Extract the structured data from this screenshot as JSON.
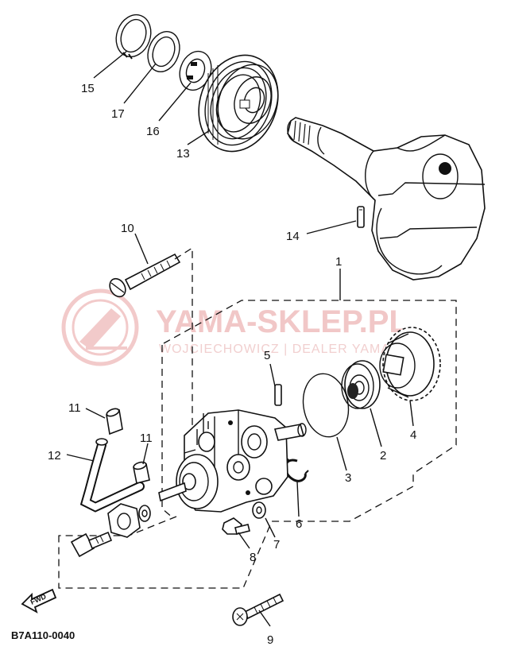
{
  "diagram": {
    "labels": {
      "p1": "1",
      "p2": "2",
      "p3": "3",
      "p4": "4",
      "p5": "5",
      "p6": "6",
      "p7": "7",
      "p8": "8",
      "p9": "9",
      "p10": "10",
      "p11a": "11",
      "p11b": "11",
      "p12": "12",
      "p13": "13",
      "p14": "14",
      "p15": "15",
      "p16": "16",
      "p17": "17"
    },
    "fwd_label": "FWD",
    "figure_code": "B7A110-0040"
  },
  "watermark": {
    "brand": "YAMA-SKLEP.PL",
    "tagline": "WOJCIECHOWICZ | DEALER YAMAHA",
    "color": "#e8a0a0"
  }
}
